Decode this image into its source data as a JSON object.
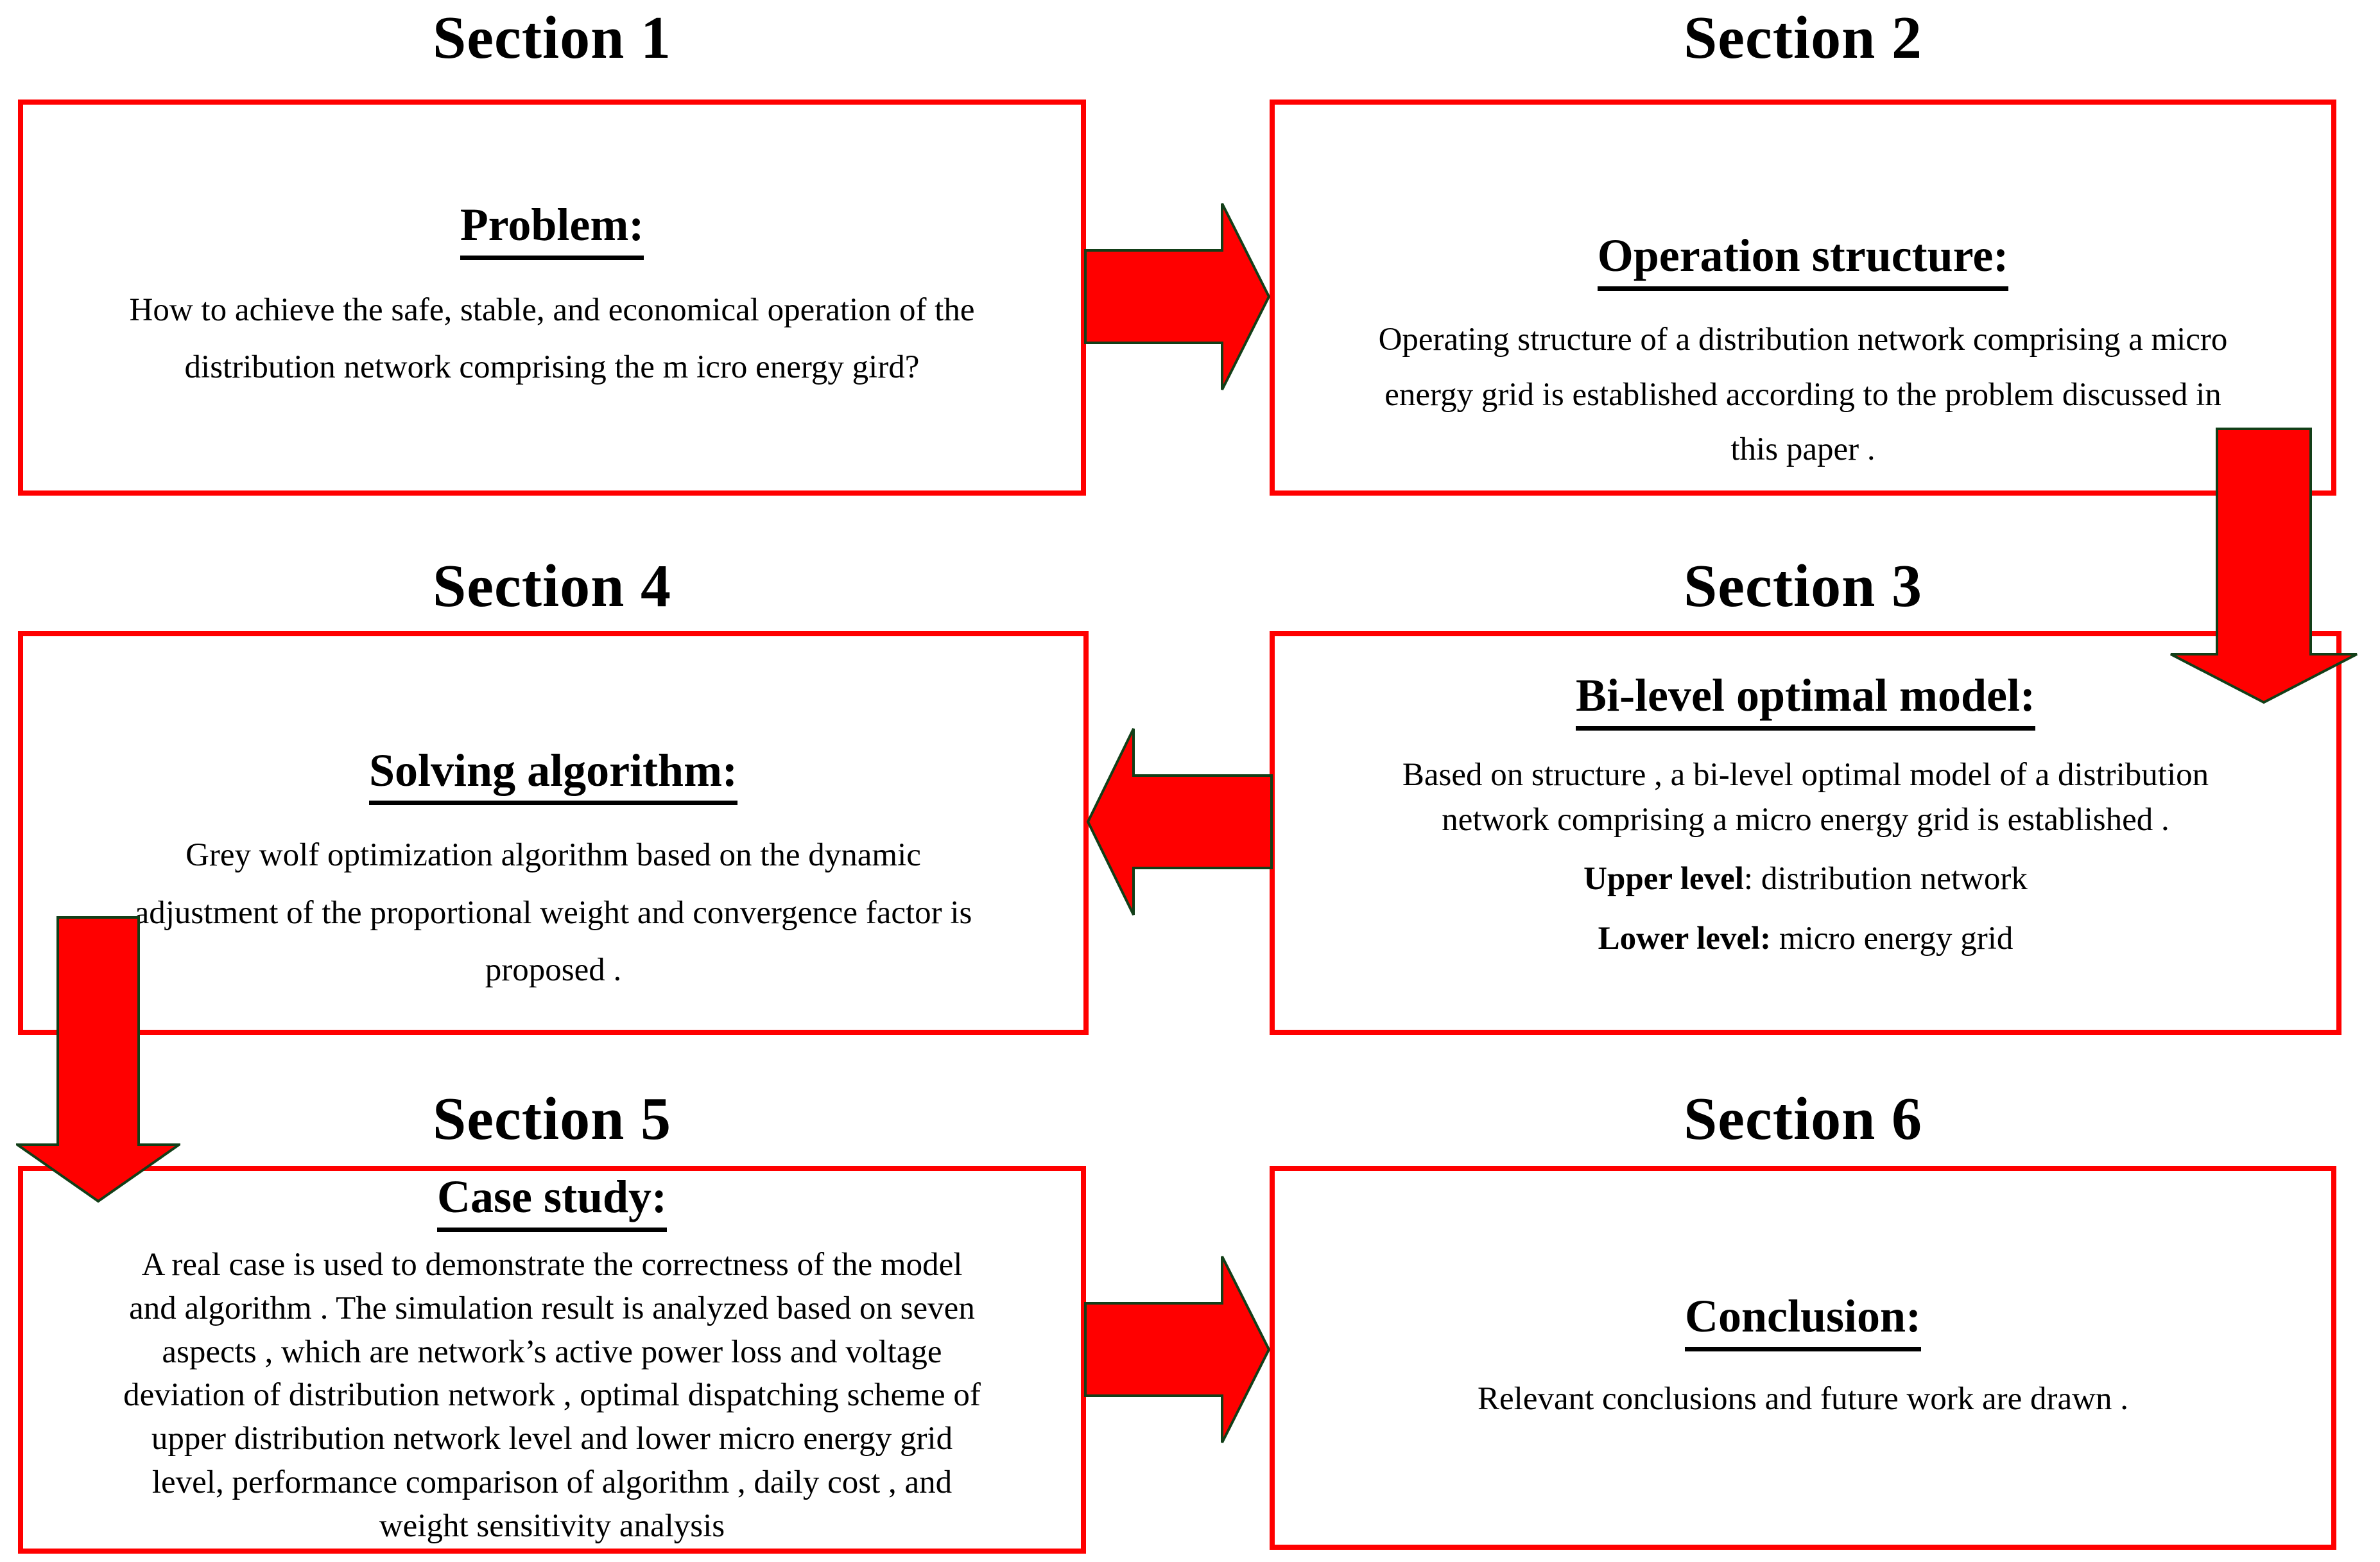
{
  "colors": {
    "background": "#ffffff",
    "box_border": "#ff0000",
    "arrow_fill": "#ff0000",
    "arrow_outline": "#123f18",
    "text": "#000000"
  },
  "sections": [
    {
      "heading": "Section 1",
      "title": "Problem:",
      "body": "How to achieve the safe, stable, and economical operation of the\ndistribution network  comprising the m icro energy gird?"
    },
    {
      "heading": "Section 2",
      "title": "Operation structure:",
      "body": "Operating structure of a distribution network comprising a micro\nenergy grid is established according to the problem discussed in\nthis paper ."
    },
    {
      "heading": "Section 3",
      "title": "Bi-level optimal model:",
      "body": "Based on structure , a bi-level optimal model of a distribution\nnetwork comprising a micro  energy grid is established .",
      "levels": [
        {
          "label": "Upper level",
          "value": ": distribution network"
        },
        {
          "label": "Lower level:",
          "value": " micro energy grid"
        }
      ]
    },
    {
      "heading": "Section 4",
      "title": "Solving algorithm:",
      "body": "Grey wolf optimization  algorithm based on the dynamic\nadjustment of the proportional weight and convergence factor   is\nproposed ."
    },
    {
      "heading": "Section 5",
      "title": "Case study:",
      "body": "A real case is used to demonstrate the correctness of the model\nand algorithm . The simulation result is analyzed based on seven\naspects , which are network’s active power loss  and voltage\ndeviation of distribution network , optimal dispatching scheme of\nupper distribution network level and lower micro energy grid\nlevel, performance comparison of algorithm , daily cost , and\nweight sensitivity analysis"
    },
    {
      "heading": "Section 6",
      "title": "Conclusion:",
      "body": "Relevant conclusions and future work are drawn ."
    }
  ],
  "arrows": [
    {
      "name": "arrow-section1-to-section2",
      "direction": "right"
    },
    {
      "name": "arrow-section2-to-section3",
      "direction": "down"
    },
    {
      "name": "arrow-section3-to-section4",
      "direction": "left"
    },
    {
      "name": "arrow-section4-to-section5",
      "direction": "down"
    },
    {
      "name": "arrow-section5-to-section6",
      "direction": "right"
    }
  ]
}
